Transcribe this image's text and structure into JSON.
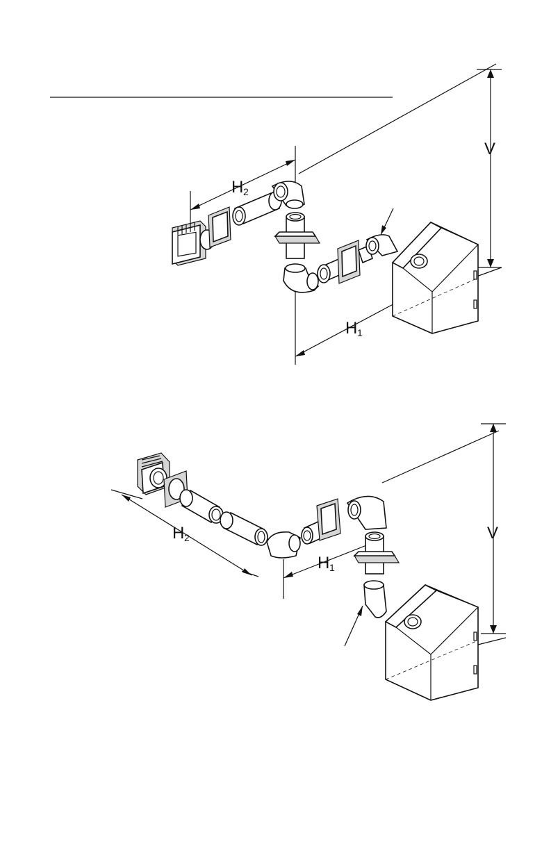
{
  "figure_top": {
    "labels": {
      "h2": "H",
      "h2_sub": "2",
      "h1": "H",
      "h1_sub": "1",
      "v": "V"
    }
  },
  "figure_bottom": {
    "labels": {
      "h2": "H",
      "h2_sub": "2",
      "h1": "H",
      "h1_sub": "1",
      "v": "V"
    }
  },
  "colors": {
    "line": "#111111",
    "shade": "#d6d6d6",
    "paper": "#ffffff"
  }
}
